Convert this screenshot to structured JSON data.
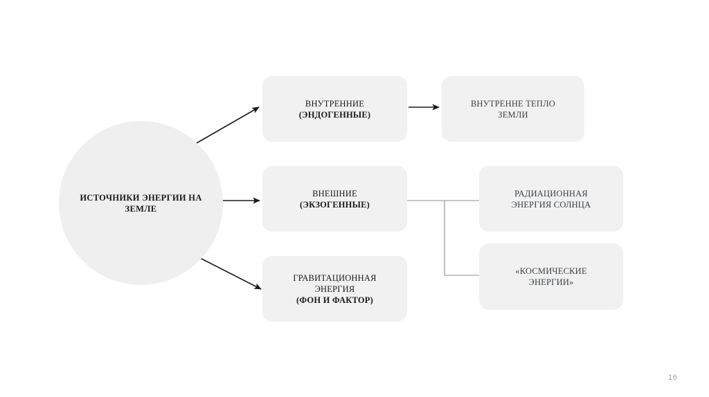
{
  "slide": {
    "page_number": "16",
    "background_color": "#ffffff",
    "node_fill": "#f1f1f1",
    "circle_fill": "#efefef",
    "arrow_color": "#1a1a1a",
    "connector_color": "#8c8c8c",
    "text_color": "#1a1a1a",
    "muted_text_color": "#3a3f44"
  },
  "nodes": {
    "center": {
      "shape": "circle",
      "lines": [
        {
          "text": "ИСТОЧНИКИ ЭНЕРГИИ НА",
          "weight": "bold"
        },
        {
          "text": "ЗЕМЛЕ",
          "weight": "bold"
        }
      ]
    },
    "endogenic": {
      "shape": "rounded-rect",
      "lines": [
        {
          "text": "ВНУТРЕННИЕ",
          "weight": "regular"
        },
        {
          "text": "(ЭНДОГЕННЫЕ)",
          "weight": "bold"
        }
      ]
    },
    "internal_heat": {
      "shape": "rounded-rect",
      "lines": [
        {
          "text": "ВНУТРЕННЕ ТЕПЛО",
          "weight": "regular"
        },
        {
          "text": "ЗЕМЛИ",
          "weight": "regular"
        }
      ]
    },
    "exogenic": {
      "shape": "rounded-rect",
      "lines": [
        {
          "text": "ВНЕШНИЕ",
          "weight": "regular"
        },
        {
          "text": "(ЭКЗОГЕННЫЕ)",
          "weight": "bold"
        }
      ]
    },
    "solar": {
      "shape": "rounded-rect",
      "lines": [
        {
          "text": "РАДИАЦИОННАЯ",
          "weight": "regular"
        },
        {
          "text": "ЭНЕРГИЯ СОЛНЦА",
          "weight": "regular"
        }
      ]
    },
    "cosmic": {
      "shape": "rounded-rect",
      "lines": [
        {
          "text": "«КОСМИЧЕСКИЕ",
          "weight": "regular"
        },
        {
          "text": "ЭНЕРГИИ»",
          "weight": "regular"
        }
      ]
    },
    "gravity": {
      "shape": "rounded-rect",
      "lines": [
        {
          "text": "ГРАВИТАЦИОННАЯ",
          "weight": "regular"
        },
        {
          "text": "ЭНЕРГИЯ",
          "weight": "regular"
        },
        {
          "text": "(ФОН И ФАКТОР)",
          "weight": "bold"
        }
      ]
    }
  },
  "connectors": [
    {
      "from": "center",
      "to": "endogenic",
      "style": "arrow-diagonal-up"
    },
    {
      "from": "center",
      "to": "exogenic",
      "style": "arrow-horizontal"
    },
    {
      "from": "center",
      "to": "gravity",
      "style": "arrow-diagonal-down"
    },
    {
      "from": "endogenic",
      "to": "internal_heat",
      "style": "arrow-horizontal"
    },
    {
      "from": "exogenic",
      "to": "solar",
      "style": "elbow-line"
    },
    {
      "from": "exogenic",
      "to": "cosmic",
      "style": "elbow-line"
    }
  ]
}
